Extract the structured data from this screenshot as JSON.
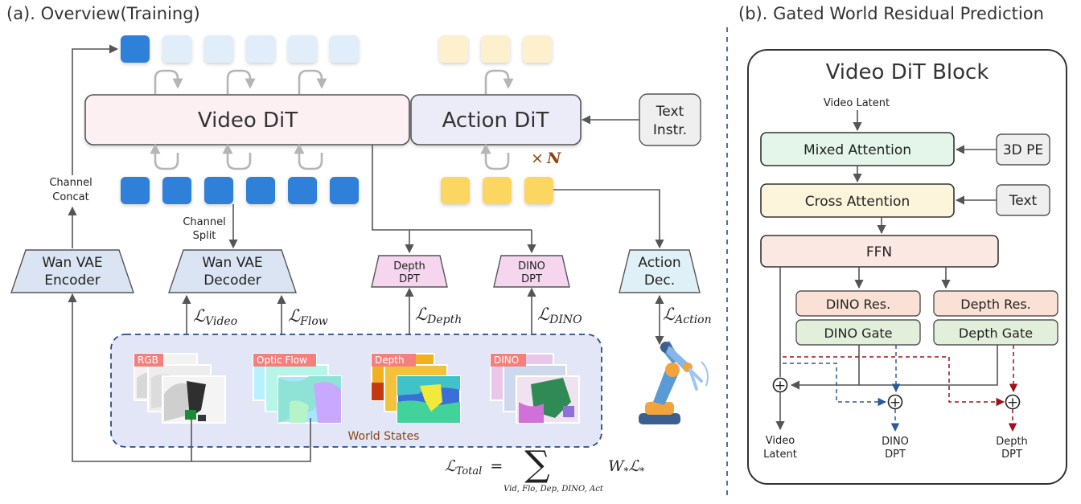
{
  "overview": {
    "title": "(a). Overview(Training)",
    "video_dit": "Video DiT",
    "action_dit": "Action DiT",
    "text_instr": [
      "Text",
      "Instr."
    ],
    "times_symbol": "×",
    "n_label": "N",
    "channel_concat": [
      "Channel",
      "Concat"
    ],
    "channel_split": [
      "Channel",
      "Split"
    ],
    "wan_vae_encoder": [
      "Wan VAE",
      "Encoder"
    ],
    "wan_vae_decoder": [
      "Wan VAE",
      "Decoder"
    ],
    "depth_dpt": [
      "Depth",
      "DPT"
    ],
    "dino_dpt": [
      "DINO",
      "DPT"
    ],
    "action_dec": [
      "Action",
      "Dec."
    ],
    "losses": [
      {
        "symbol": "ℒ",
        "sub": "Video"
      },
      {
        "symbol": "ℒ",
        "sub": "Flow"
      },
      {
        "symbol": "ℒ",
        "sub": "Depth"
      },
      {
        "symbol": "ℒ",
        "sub": "DINO"
      },
      {
        "symbol": "ℒ",
        "sub": "Action"
      }
    ],
    "world_states_label": "World States",
    "image_tags": [
      "RGB",
      "Optic Flow",
      "Depth",
      "DINO"
    ],
    "total_loss": {
      "lhs": "ℒ",
      "lhs_sub": "Total",
      "equals": "=",
      "sum": "∑",
      "sum_sub": "Vid, Flo, Dep, DINO, Act",
      "rhs": "W",
      "rhs_sub": "*",
      "rhs2": "ℒ",
      "rhs2_sub": "*"
    },
    "colors": {
      "token_dark": "#2f80d8",
      "token_light": "#e1edf9",
      "action_token": "#fbd660",
      "action_token_light": "#fdf0cc",
      "video_dit_fill": "#fdf0f3",
      "action_dit_fill": "#ececf9",
      "vae_fill": "#dae4f3",
      "dpt_fill": "#f5d6ee",
      "action_dec_fill": "#dff1f6",
      "world_states_fill": "#e2e6f6",
      "world_states_border": "#2a4b8f",
      "tag": "#f4807e"
    }
  },
  "gated": {
    "title": "(b). Gated World Residual Prediction",
    "block_title": "Video DiT Block",
    "video_latent_in": "Video Latent",
    "mixed_attention": "Mixed Attention",
    "pe": "3D PE",
    "cross_attention": "Cross Attention",
    "text": "Text",
    "ffn": "FFN",
    "dino_res": "DINO Res.",
    "depth_res": "Depth Res.",
    "dino_gate": "DINO Gate",
    "depth_gate": "Depth Gate",
    "plus_symbol": "+",
    "out_video": [
      "Video",
      "Latent"
    ],
    "out_dino": [
      "DINO",
      "DPT"
    ],
    "out_depth": [
      "Depth",
      "DPT"
    ],
    "colors": {
      "mixed_attention": "#e3f6e9",
      "cross_attention": "#fdf4dc",
      "ffn": "#fbe8e2",
      "res": "#fbe1d5",
      "gate": "#e2efdb",
      "side": "#efefef",
      "blue_dash": "#2c5a9c",
      "red_dash": "#a0101a"
    }
  }
}
